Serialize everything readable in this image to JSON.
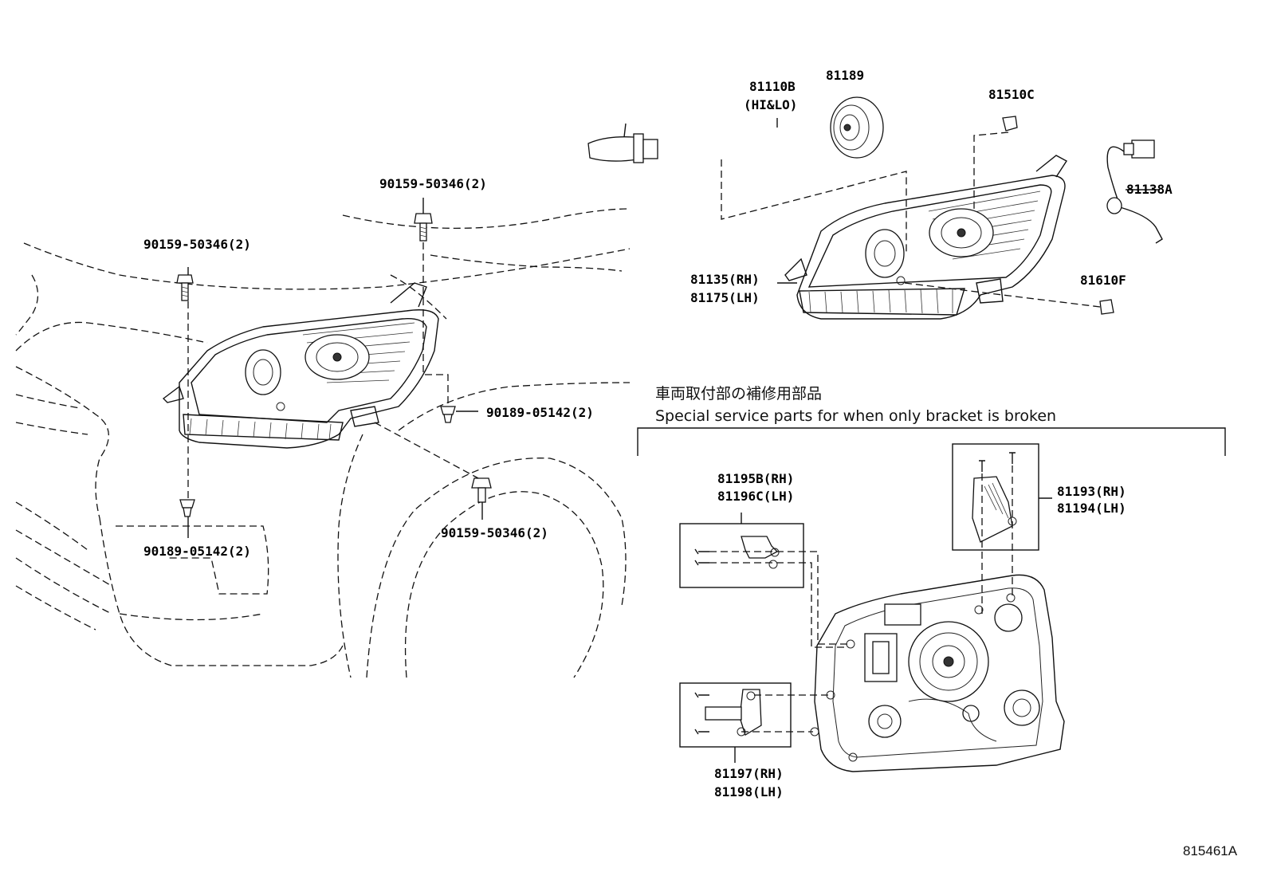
{
  "labels": {
    "bolt_top_left": "90159-50346(2)",
    "bolt_top_mid": "90159-50346(2)",
    "clip_right": "90189-05142(2)",
    "bolt_bottom_right": "90159-50346(2)",
    "clip_bottom_left": "90189-05142(2)",
    "bulb_num": "81110B",
    "bulb_note": "(HI&LO)",
    "cover": "81189",
    "bulb_small": "81510C",
    "socket": "81138A",
    "lamp_rh": "81135(RH)",
    "lamp_lh": "81175(LH)",
    "bulb_side": "81610F",
    "bracket1_rh": "81195B(RH)",
    "bracket1_lh": "81196C(LH)",
    "bracket2_rh": "81193(RH)",
    "bracket2_lh": "81194(LH)",
    "bracket3_rh": "81197(RH)",
    "bracket3_lh": "81198(LH)"
  },
  "section": {
    "title_jp": "車両取付部の補修用部品",
    "title_en": "Special service parts for when only bracket is broken"
  },
  "diagram_ref": "815461A"
}
